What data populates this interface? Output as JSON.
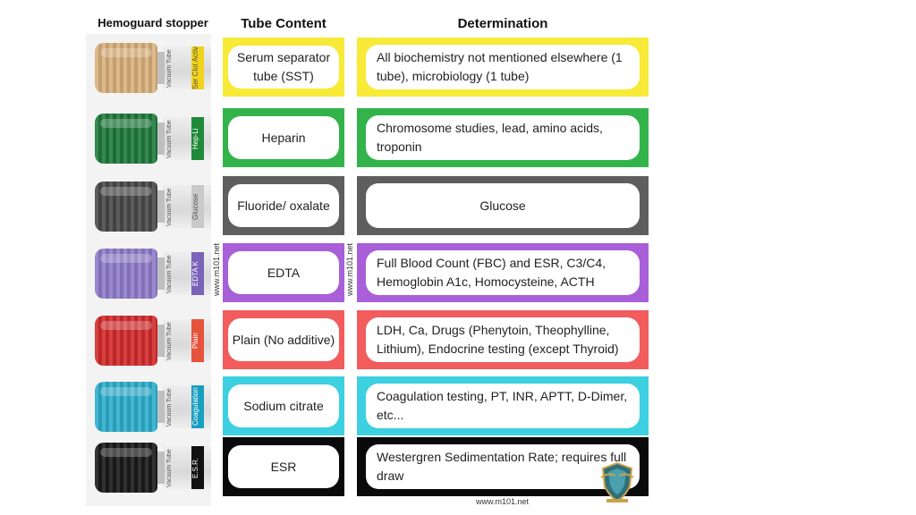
{
  "headers": {
    "stopper": "Hemoguard stopper",
    "content": "Tube Content",
    "determination": "Determination"
  },
  "watermarks": {
    "vertical_left": "www.m101.net",
    "vertical_right": "www.m101.net",
    "footer": "www.m101.net"
  },
  "tubes": [
    {
      "cap_color": "#d9b07a",
      "label_color": "#f2d21a",
      "vac_text": "Vacuum Tube Sterile",
      "label_text": "Ser Clot Activ"
    },
    {
      "cap_color": "#1f7a3c",
      "label_color": "#1f8a3a",
      "vac_text": "Vacuum Tube Sterile",
      "label_text": "Hep-Li"
    },
    {
      "cap_color": "#4a4a4a",
      "label_color": "#c9c9c9",
      "vac_text": "Vacuum Tube Sterile",
      "label_text": "Glucose"
    },
    {
      "cap_color": "#8f7cc9",
      "label_color": "#7a63b8",
      "vac_text": "Vacuum Tube Sterile",
      "label_text": "EDTA K"
    },
    {
      "cap_color": "#d42b2b",
      "label_color": "#e5533a",
      "vac_text": "Vacuum Tube Sterile",
      "label_text": "Plain"
    },
    {
      "cap_color": "#2eaecd",
      "label_color": "#1a9fc0",
      "vac_text": "Vacuum Tube Sterile",
      "label_text": "Coagulation"
    },
    {
      "cap_color": "#1a1a1a",
      "label_color": "#111111",
      "vac_text": "Vacuum Tube Sterile",
      "label_text": "E.S.R."
    }
  ],
  "rows": [
    {
      "color": "#f7ea38",
      "content": "Serum separator tube (SST)",
      "determination": "All biochemistry not mentioned elsewhere (1 tube), microbiology (1 tube)",
      "det_center": false
    },
    {
      "color": "#32b44a",
      "content": "Heparin",
      "determination": "Chromosome studies, lead, amino acids, troponin",
      "det_center": false
    },
    {
      "color": "#5e5e5e",
      "content": "Fluoride/ oxalate",
      "determination": "Glucose",
      "det_center": true
    },
    {
      "color": "#a85fd8",
      "content": "EDTA",
      "determination": "Full Blood Count (FBC) and ESR, C3/C4, Hemoglobin A1c, Homocysteine, ACTH",
      "det_center": false
    },
    {
      "color": "#f25c5c",
      "content": "Plain (No additive)",
      "determination": "LDH, Ca, Drugs (Phenytoin, Theophylline, Lithium), Endocrine testing (except Thyroid)",
      "det_center": false
    },
    {
      "color": "#3cd0e0",
      "content": "Sodium citrate",
      "determination": "Coagulation testing, PT, INR, APTT, D-Dimer, etc...",
      "det_center": false
    },
    {
      "color": "#0a0a0a",
      "content": "ESR",
      "determination": "Westergren Sedimentation Rate; requires full draw",
      "det_center": false
    }
  ]
}
